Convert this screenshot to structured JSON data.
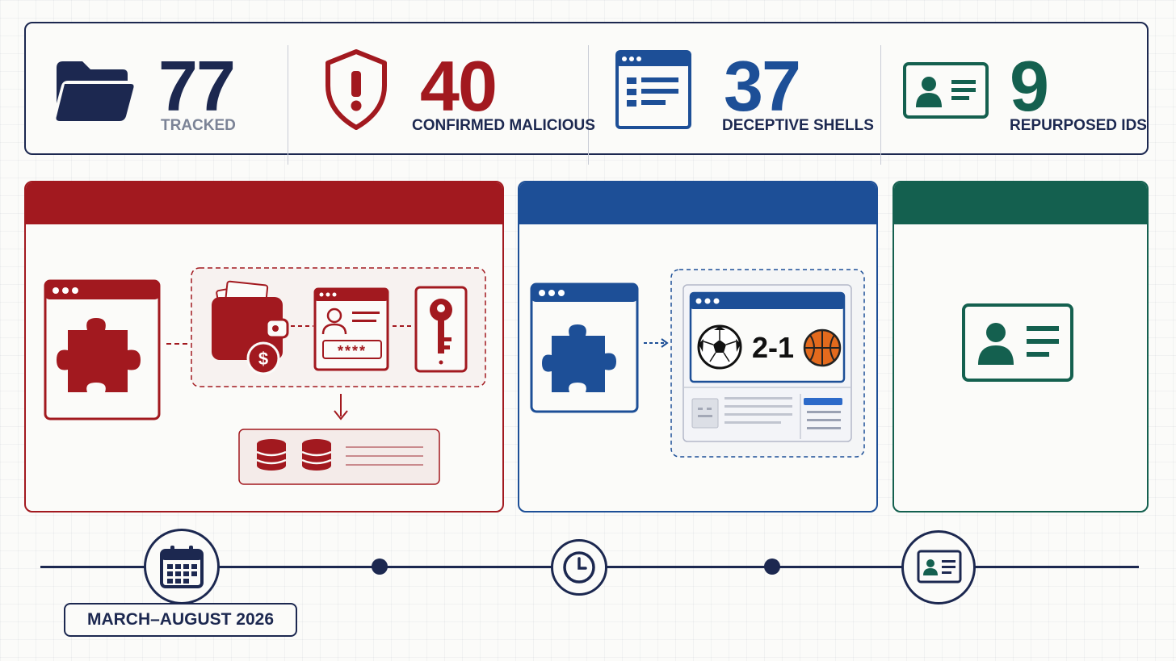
{
  "stats": [
    {
      "value": "77",
      "label": "TRACKED",
      "icon": "folder-icon"
    },
    {
      "value": "40",
      "label": "CONFIRMED MALICIOUS",
      "icon": "shield-alert-icon"
    },
    {
      "value": "37",
      "label": "DECEPTIVE SHELLS",
      "icon": "browser-window-icon"
    },
    {
      "value": "9",
      "label": "REPURPOSED IDS",
      "icon": "id-card-icon"
    }
  ],
  "panels": {
    "malicious": {
      "title": "",
      "color": "#a2191f"
    },
    "deceptive": {
      "title": "",
      "color": "#1d4f97"
    },
    "repurposed": {
      "title": "",
      "color": "#14604f"
    }
  },
  "deceptive_panel": {
    "score": "2-1"
  },
  "timeline": {
    "date_range": "MARCH–AUGUST 2026"
  },
  "colors": {
    "navy": "#1c2850",
    "red": "#a2191f",
    "blue": "#1d4f97",
    "green": "#14604f",
    "muted": "#7b8396"
  }
}
